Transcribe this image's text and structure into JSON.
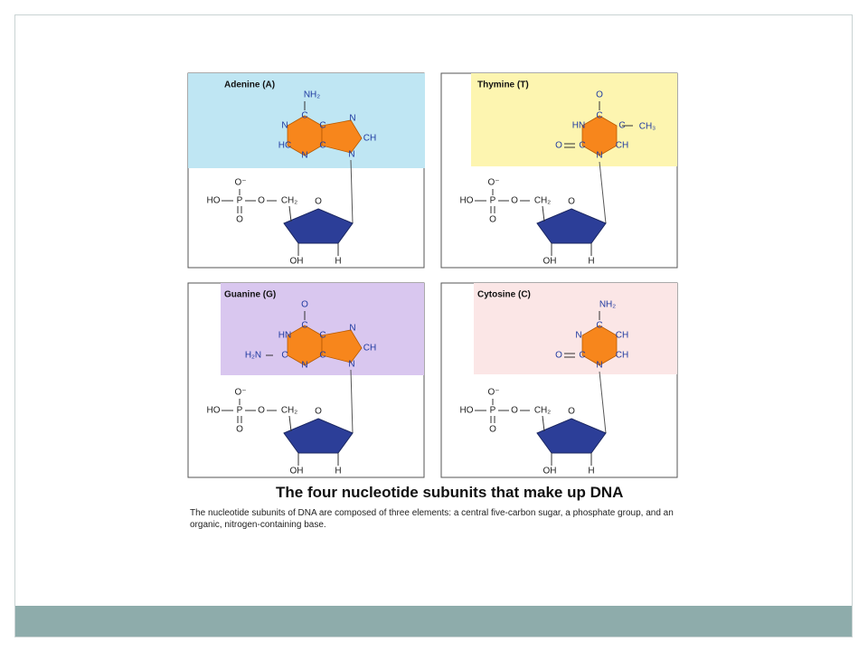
{
  "figure": {
    "caption_title": "The four nucleotide subunits that make up DNA",
    "caption_text": "The nucleotide subunits of DNA are composed of three elements: a central five-carbon sugar, a phosphate group, and an organic, nitrogen-containing base.",
    "backbone_labels": {
      "o_minus": "O⁻",
      "ho": "HO",
      "p": "P",
      "o_ester": "O",
      "ch2": "CH₂",
      "o_double": "O",
      "ring_o": "O",
      "oh": "OH",
      "h": "H"
    },
    "panels": [
      {
        "name": "Adenine (A)",
        "base_type": "purine",
        "bg_color": "#bfe6f3",
        "labels": {
          "n1": "N",
          "c2": "HC",
          "n3": "N",
          "c4": "C",
          "c5": "C",
          "c6": "C",
          "n7": "N",
          "c8": "CH",
          "n9": "N",
          "sub6": "NH₂"
        }
      },
      {
        "name": "Thymine (T)",
        "base_type": "pyrimidine",
        "bg_color": "#fdf5b0",
        "labels": {
          "n1": "N",
          "c2": "C",
          "n3": "HN",
          "c4": "C",
          "c5": "C",
          "c6": "CH",
          "sub4": "O",
          "sub2": "O",
          "sub5": "CH₃"
        }
      },
      {
        "name": "Guanine (G)",
        "base_type": "purine",
        "bg_color": "#d9c7ef",
        "labels": {
          "n1": "HN",
          "c2": "C",
          "n3": "N",
          "c4": "C",
          "c5": "C",
          "c6": "C",
          "n7": "N",
          "c8": "CH",
          "n9": "N",
          "sub6": "O",
          "sub2": "H₂N"
        }
      },
      {
        "name": "Cytosine (C)",
        "base_type": "pyrimidine",
        "bg_color": "#fbe6e6",
        "labels": {
          "n1": "N",
          "c2": "C",
          "n3": "N",
          "c4": "C",
          "c5": "CH",
          "c6": "CH",
          "sub4": "NH₂",
          "sub2": "O"
        }
      }
    ]
  },
  "colors": {
    "base_fill": "#f7861c",
    "sugar_fill": "#2c3e98",
    "atom_text": "#1f3aa0",
    "footer": "#8eacab"
  }
}
